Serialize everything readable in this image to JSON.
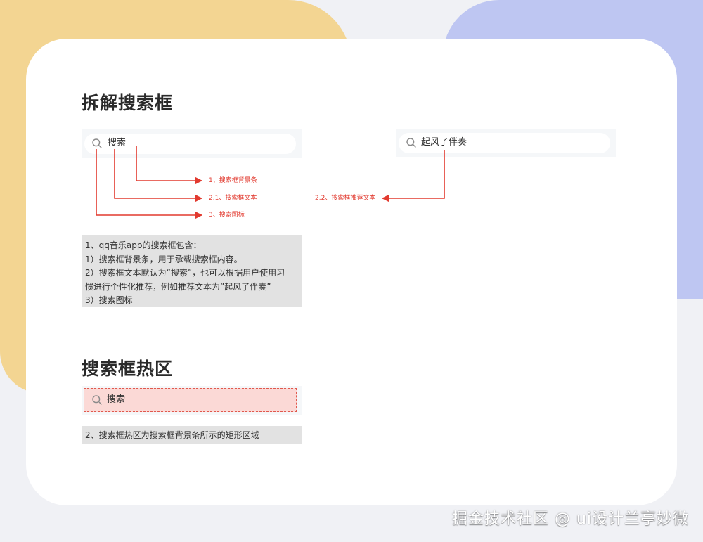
{
  "section1": {
    "title": "拆解搜索框",
    "search_default": {
      "icon": "search-icon",
      "text": "搜索"
    },
    "search_recommend": {
      "icon": "search-icon",
      "text": "起风了伴奏"
    },
    "annotations": {
      "background_bar": "1、搜索框背景条",
      "search_text": "2.1、搜索框文本",
      "search_icon": "3、搜索图标",
      "recommend_text": "2.2、搜索框推荐文本"
    },
    "note_lines": [
      "1、qq音乐app的搜索框包含：",
      "1）搜索框背景条，用于承载搜索框内容。",
      "2）搜索框文本默认为“搜索”，也可以根据用户使用习",
      "惯进行个性化推荐，例如推荐文本为”起风了伴奏”",
      "3）搜索图标"
    ]
  },
  "section2": {
    "title": "搜索框热区",
    "search_text": "搜索",
    "note": "2、搜索框热区为搜索框背景条所示的矩形区域"
  },
  "watermark": "掘金技术社区 @ ui设计兰亭妙微",
  "colors": {
    "yellow_blob": "#f3d592",
    "blue_blob": "#bec6f2",
    "annotation_red": "#e23a2f",
    "hot_zone_fill": "#fbd9d6",
    "hot_zone_border": "#e0594e",
    "note_bg": "#e2e2e2"
  }
}
